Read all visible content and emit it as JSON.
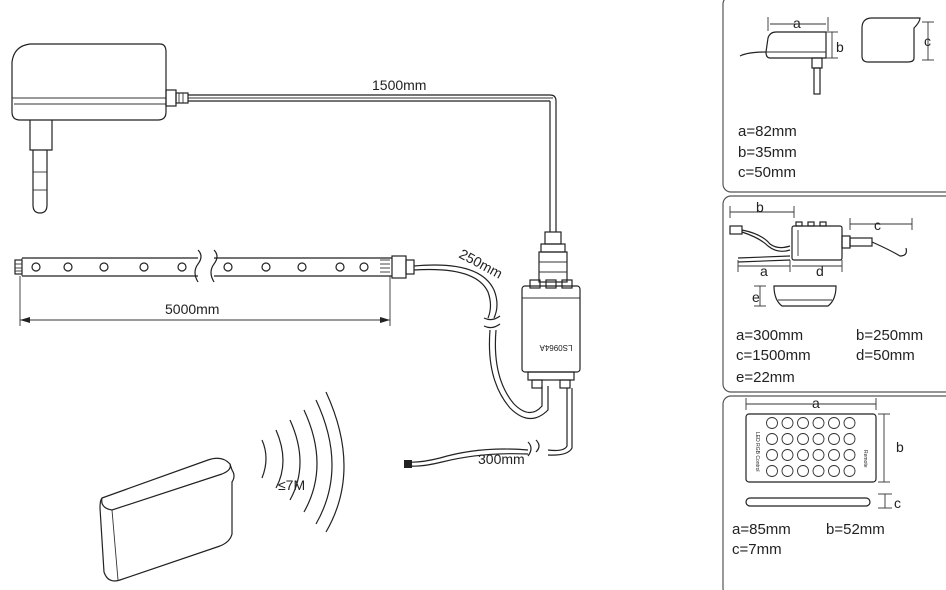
{
  "main": {
    "label_cable_adapter": "1500mm",
    "label_strip_length": "5000mm",
    "label_strip_lead": "250mm",
    "label_ir_lead": "300mm",
    "label_range": "≤7M",
    "controller_text": "LS0964A"
  },
  "panel_adapter": {
    "dim_a": "a",
    "dim_b": "b",
    "dim_c": "c",
    "specs": [
      "a=82mm",
      "b=35mm",
      "c=50mm"
    ]
  },
  "panel_controller": {
    "dim_a": "a",
    "dim_b": "b",
    "dim_c": "c",
    "dim_d": "d",
    "dim_e": "e",
    "specs_left": [
      "a=300mm",
      "c=1500mm",
      "e=22mm"
    ],
    "specs_right": [
      "b=250mm",
      "d=50mm"
    ]
  },
  "panel_remote": {
    "dim_a": "a",
    "dim_b": "b",
    "dim_c": "c",
    "side_text": "LED RGB Control",
    "side_text_right": "Remote",
    "specs": [
      "a=85mm",
      "b=52mm",
      "c=7mm"
    ]
  }
}
